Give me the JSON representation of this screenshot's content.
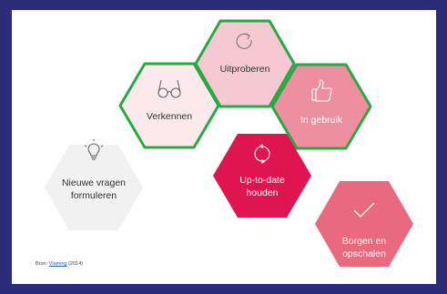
{
  "slide": {
    "background_color": "#2b2d7a",
    "accent_outline_color": "#29a845"
  },
  "hexagons": [
    {
      "id": "nieuwe-vragen",
      "line1": "Nieuwe vragen",
      "line2": "formuleren",
      "icon": "lightbulb-icon",
      "fill": "#f1f1f1",
      "text_color": "#333333",
      "outlined": false
    },
    {
      "id": "verkennen",
      "line1": "Verkennen",
      "line2": "",
      "icon": "glasses-icon",
      "fill": "#fbe9ec",
      "text_color": "#333333",
      "outlined": true
    },
    {
      "id": "uitproberen",
      "line1": "Uitproberen",
      "line2": "",
      "icon": "refresh-icon",
      "fill": "#f6c8d1",
      "text_color": "#333333",
      "outlined": true
    },
    {
      "id": "in-gebruik",
      "line1": "In gebruik",
      "line2": "",
      "icon": "thumbs-up-icon",
      "fill": "#ee8fa0",
      "text_color": "#ffffff",
      "outlined": true
    },
    {
      "id": "up-to-date",
      "line1": "Up-to-date",
      "line2": "houden",
      "icon": "cycle-icon",
      "fill": "#e0144f",
      "text_color": "#ffffff",
      "outlined": false
    },
    {
      "id": "borgen",
      "line1": "Borgen en",
      "line2": "opschalen",
      "icon": "checkmark-icon",
      "fill": "#e96a80",
      "text_color": "#ffffff",
      "outlined": false
    }
  ],
  "source": {
    "prefix": "Bron:",
    "link": "Vlaming",
    "suffix": "(2014)"
  }
}
